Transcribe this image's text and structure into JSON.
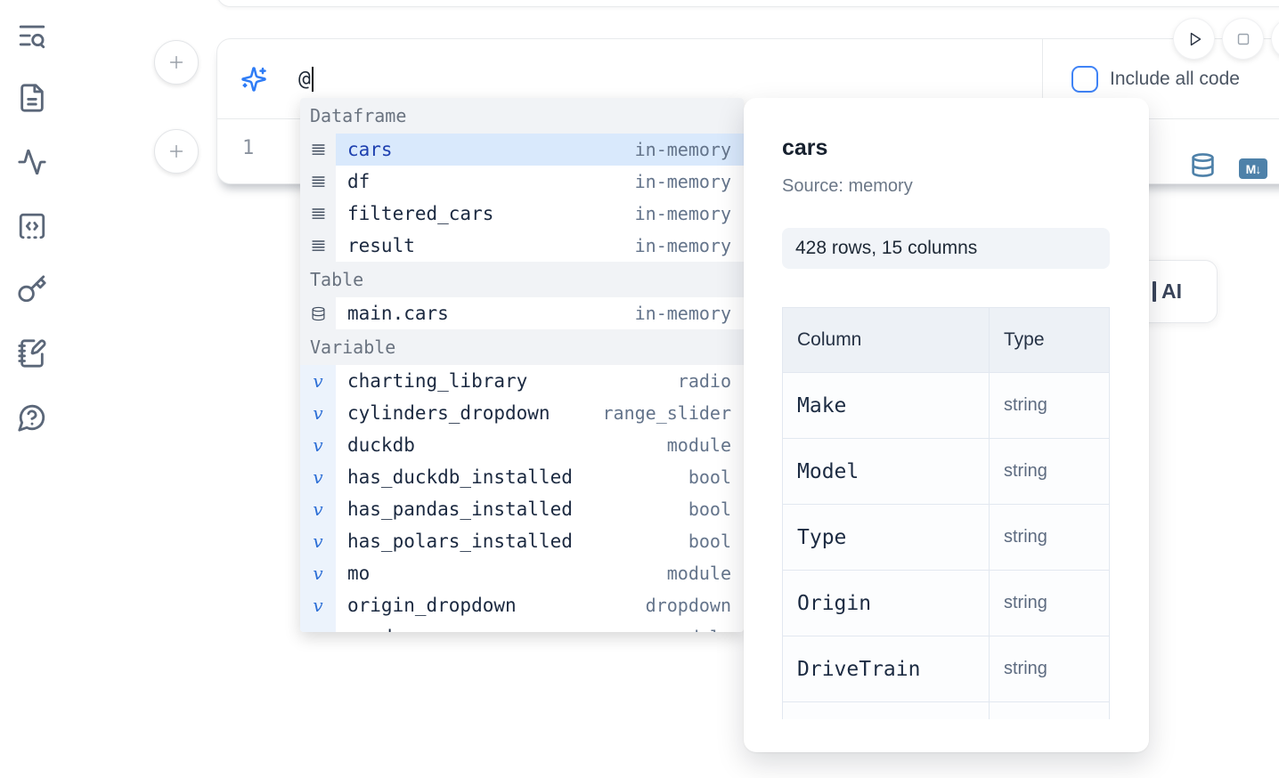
{
  "sidebar": {
    "items": [
      {
        "icon": "text-search-icon"
      },
      {
        "icon": "file-text-icon"
      },
      {
        "icon": "activity-icon"
      },
      {
        "icon": "code-square-icon"
      },
      {
        "icon": "key-icon"
      },
      {
        "icon": "notebook-pen-icon"
      },
      {
        "icon": "help-circle-icon"
      }
    ]
  },
  "run_controls": {
    "play_icon": "play-icon",
    "stop_icon": "stop-icon"
  },
  "ai_prompt": {
    "value": "@",
    "sparkle_icon": "sparkles-icon",
    "include_all_code_label": "Include all code"
  },
  "code_cell": {
    "line_number": "1",
    "database_icon": "database-icon",
    "markdown_badge": "M↓"
  },
  "ai_button": {
    "label": "AI"
  },
  "autocomplete": {
    "sections": [
      {
        "label": "Dataframe",
        "icon": "rows-icon",
        "items": [
          {
            "name": "cars",
            "type": "in-memory",
            "selected": true
          },
          {
            "name": "df",
            "type": "in-memory"
          },
          {
            "name": "filtered_cars",
            "type": "in-memory"
          },
          {
            "name": "result",
            "type": "in-memory"
          }
        ]
      },
      {
        "label": "Table",
        "icon": "database-icon",
        "items": [
          {
            "name": "main.cars",
            "type": "in-memory"
          }
        ]
      },
      {
        "label": "Variable",
        "icon": "variable-icon",
        "items": [
          {
            "name": "charting_library",
            "type": "radio"
          },
          {
            "name": "cylinders_dropdown",
            "type": "range_slider"
          },
          {
            "name": "duckdb",
            "type": "module"
          },
          {
            "name": "has_duckdb_installed",
            "type": "bool"
          },
          {
            "name": "has_pandas_installed",
            "type": "bool"
          },
          {
            "name": "has_polars_installed",
            "type": "bool"
          },
          {
            "name": "mo",
            "type": "module"
          },
          {
            "name": "origin_dropdown",
            "type": "dropdown"
          },
          {
            "name": "pandas",
            "type": "module"
          }
        ]
      }
    ]
  },
  "preview": {
    "title": "cars",
    "source": "Source: memory",
    "shape": "428 rows, 15 columns",
    "table": {
      "headers": [
        "Column",
        "Type"
      ],
      "rows": [
        [
          "Make",
          "string"
        ],
        [
          "Model",
          "string"
        ],
        [
          "Type",
          "string"
        ],
        [
          "Origin",
          "string"
        ],
        [
          "DriveTrain",
          "string"
        ]
      ]
    }
  },
  "colors": {
    "accent_blue": "#3f83f6",
    "selection_bg": "#d9e9fc",
    "steel_icon": "#4e81a9",
    "sidebar_icon": "#5b6779"
  }
}
